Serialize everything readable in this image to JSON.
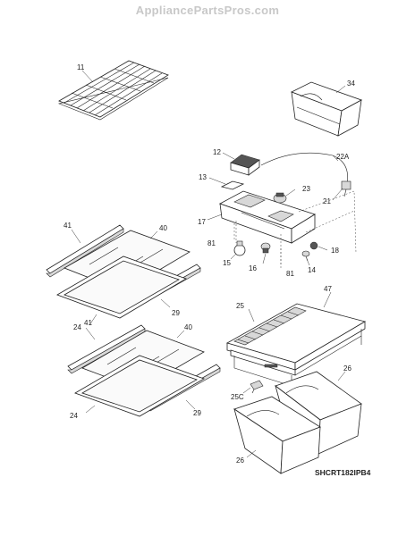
{
  "watermark": "AppliancePartsPros.com",
  "drawing_code": "SHCRT182IPB4",
  "callouts": {
    "c11": "11",
    "c34": "34",
    "c12": "12",
    "c22a": "22A",
    "c13": "13",
    "c23": "23",
    "c21": "21",
    "c17": "17",
    "c81a": "81",
    "c18": "18",
    "c15": "15",
    "c16": "16",
    "c14": "14",
    "c81b": "81",
    "c41a": "41",
    "c40a": "40",
    "c29a": "29",
    "c24a": "24",
    "c47": "47",
    "c25": "25",
    "c41b": "41",
    "c40b": "40",
    "c26a": "26",
    "c25c": "25C",
    "c29b": "29",
    "c24b": "24",
    "c26b": "26"
  }
}
